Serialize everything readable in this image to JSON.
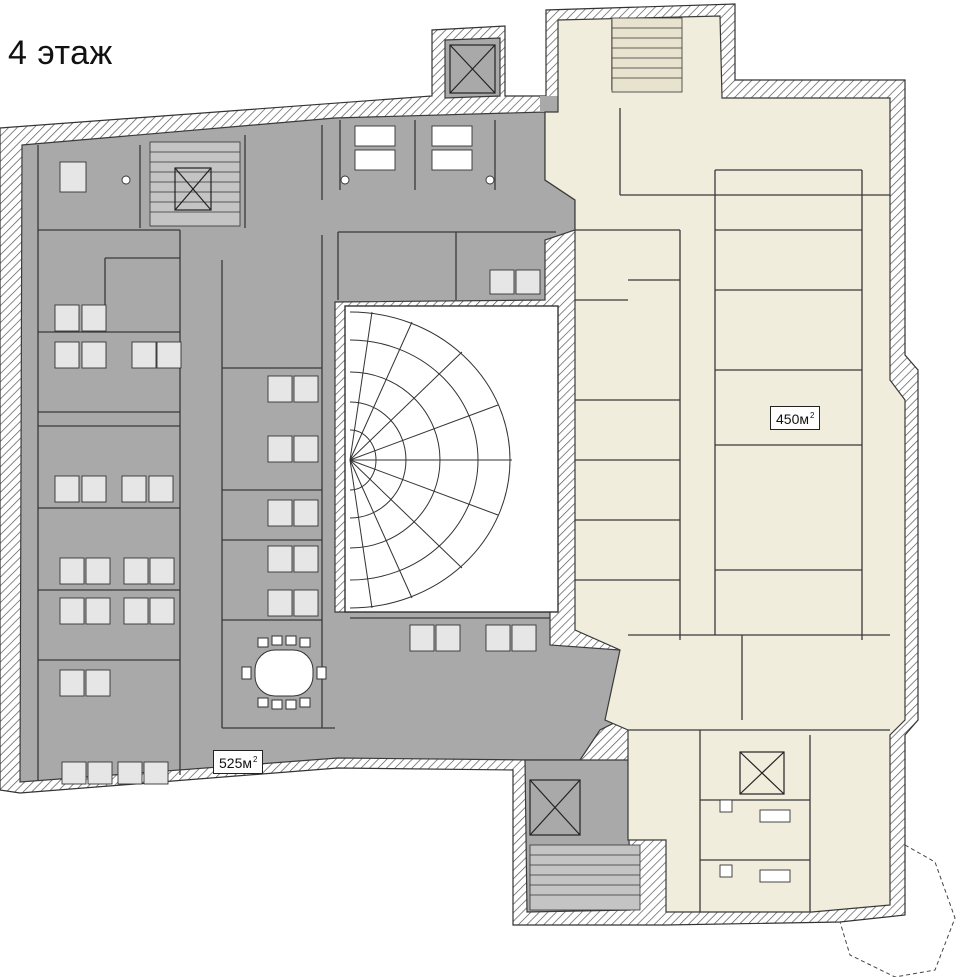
{
  "floor": {
    "title": "4 этаж"
  },
  "areas": {
    "west": {
      "value": "525м",
      "sup": "2"
    },
    "east": {
      "value": "450м",
      "sup": "2"
    }
  },
  "colors": {
    "wall": "#3a3a3a",
    "hatch": "#555555",
    "zone_west": "#a9a9a9",
    "zone_east": "#f1eddc",
    "atrium": "#ffffff",
    "furniture": "#e6e6e6"
  }
}
